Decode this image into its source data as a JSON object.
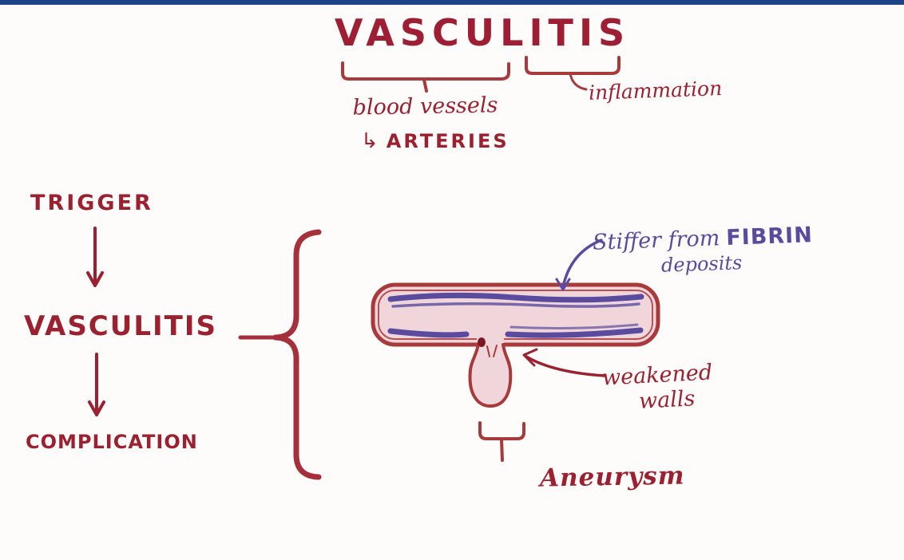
{
  "palette": {
    "top_bar": "#1e4486",
    "red_text": "#9c2130",
    "red_line": "#a93a3c",
    "purple": "#5a4b9e",
    "pink_fill": "#f0d6da",
    "background": "#fdfcfa"
  },
  "title": "VASCULITIS",
  "etymology": {
    "blood_vessels": "blood vessels",
    "arteries_arrow": "↳",
    "arteries": "ARTERIES",
    "inflammation": "inflammation"
  },
  "flow": {
    "trigger": "TRIGGER",
    "vasculitis": "VASCULITIS",
    "complication": "COMPLICATION"
  },
  "vessel": {
    "fibrin_prefix": "Stiffer from",
    "fibrin_word": "FIBRIN",
    "fibrin_line2": "deposits",
    "weakened_line1": "weakened",
    "weakened_line2": "walls",
    "aneurysm": "Aneurysm"
  }
}
